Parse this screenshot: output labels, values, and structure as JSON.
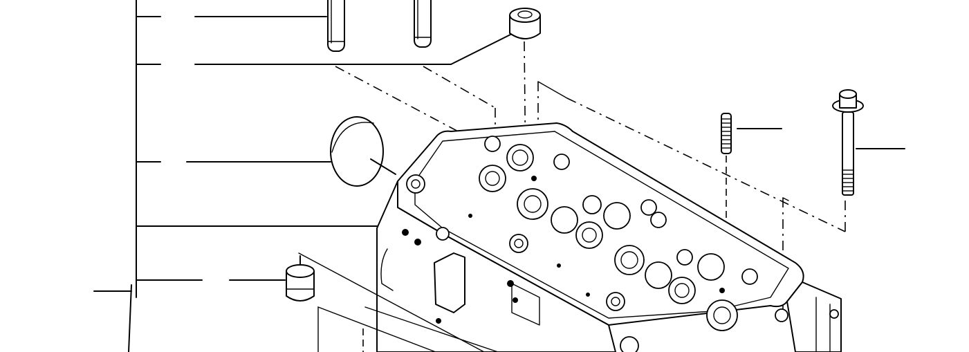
{
  "figure": {
    "subject": "cylinder-head-exploded-view",
    "background": "#ffffff",
    "line_color": "#000000",
    "callouts": [
      {
        "id": "1",
        "part": "stud-1",
        "label": ""
      },
      {
        "id": "2",
        "part": "cap-plug",
        "label": ""
      },
      {
        "id": "3",
        "part": "core-plug",
        "label": ""
      },
      {
        "id": "4",
        "part": "cylinder-head",
        "label": ""
      },
      {
        "id": "5",
        "part": "small-plug",
        "label": ""
      },
      {
        "id": "6",
        "part": "threaded-stud",
        "label": ""
      },
      {
        "id": "7",
        "part": "head-bolt",
        "label": ""
      }
    ]
  }
}
